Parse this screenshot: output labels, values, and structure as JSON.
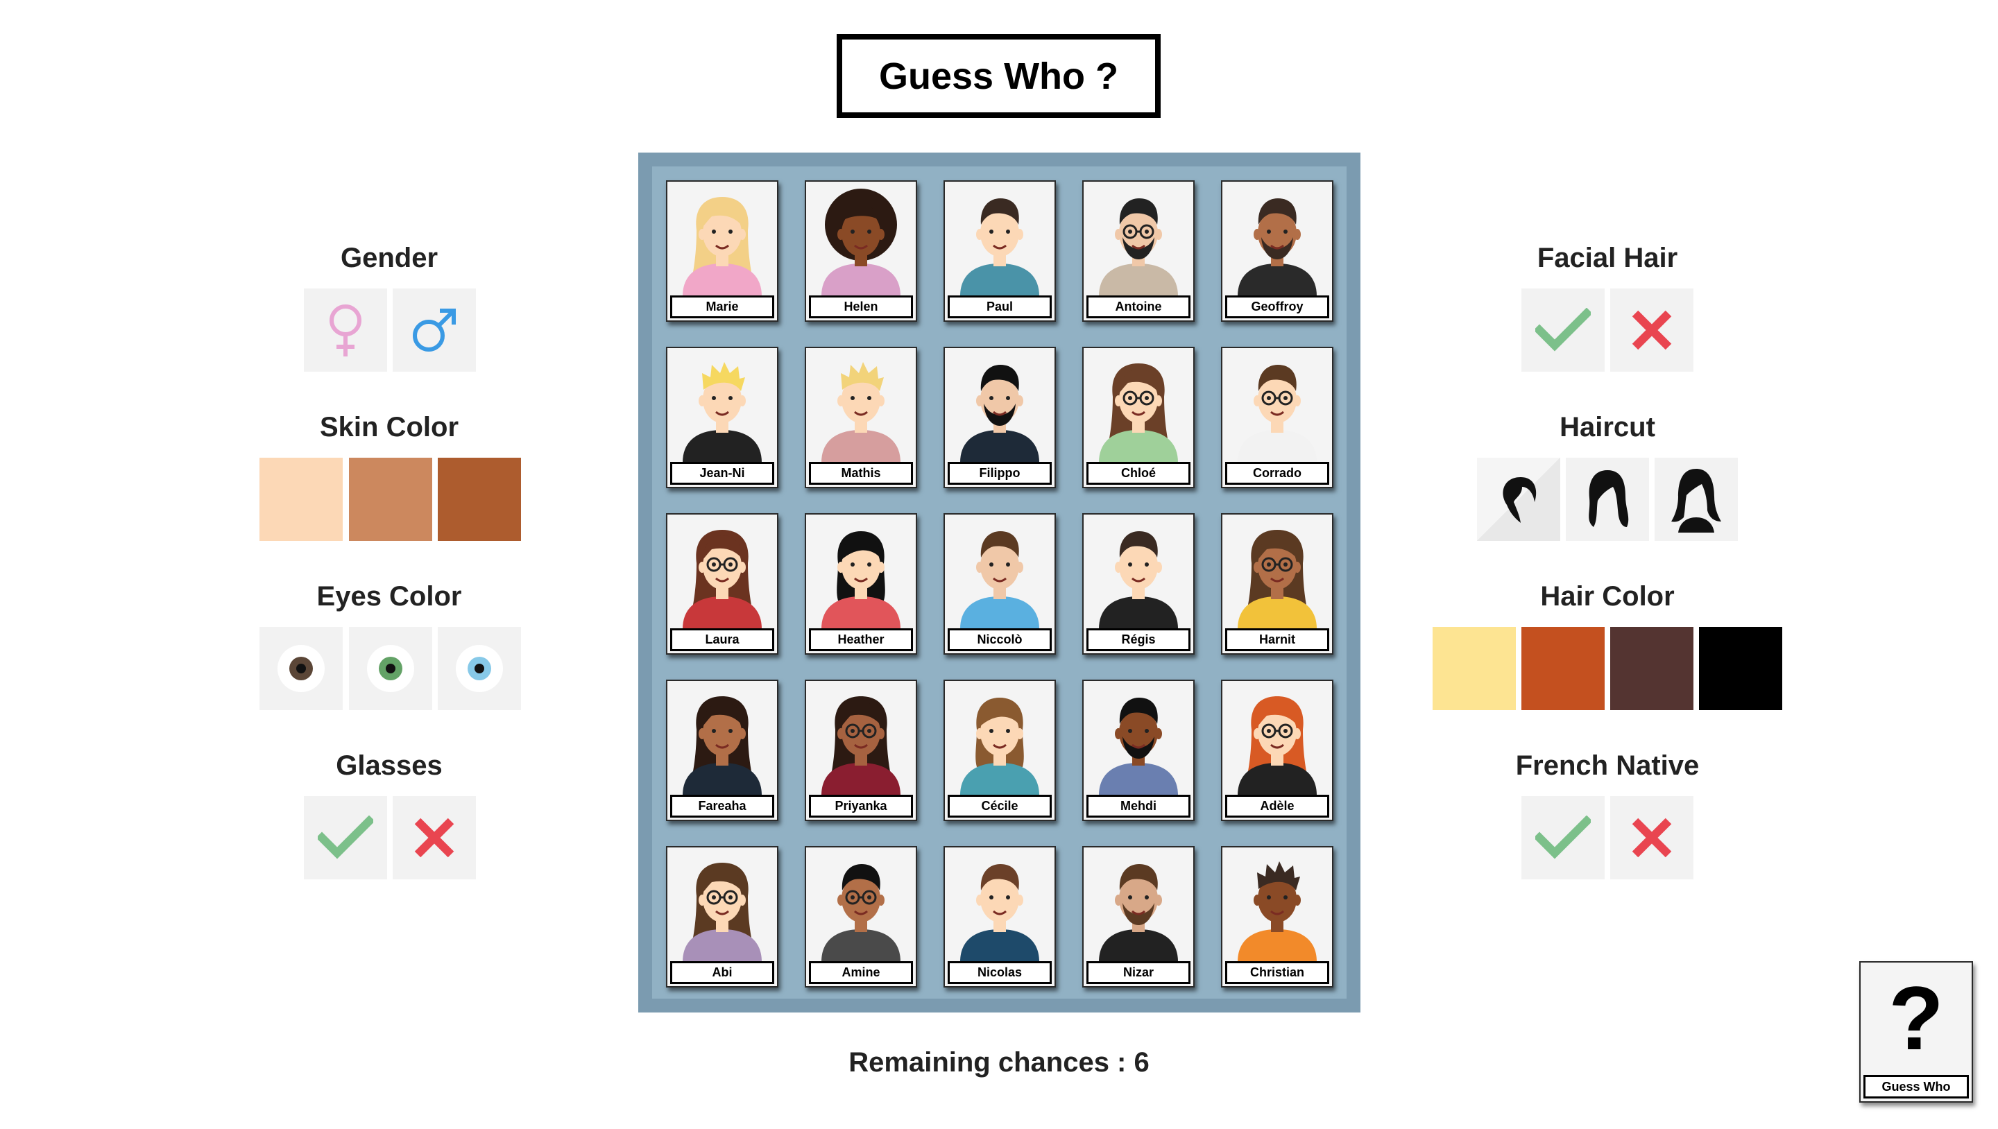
{
  "title": "Guess Who ?",
  "colors": {
    "skin": [
      "#fcd8b6",
      "#cc885e",
      "#ad5c2e"
    ],
    "eyes": [
      "#5b4637",
      "#63a266",
      "#87c9e8"
    ],
    "hair": [
      "#fde492",
      "#c4501f",
      "#543431",
      "#000000"
    ],
    "check": "#7cc08a",
    "cross": "#e94550",
    "female": "#e8a5d3",
    "male": "#3a9ae4"
  },
  "left_filters": {
    "gender": {
      "label": "Gender",
      "options": [
        "female-icon",
        "male-icon"
      ]
    },
    "skin": {
      "label": "Skin Color"
    },
    "eyes": {
      "label": "Eyes Color"
    },
    "glasses": {
      "label": "Glasses",
      "options": [
        "check-icon",
        "cross-icon"
      ]
    }
  },
  "right_filters": {
    "facial_hair": {
      "label": "Facial Hair",
      "options": [
        "check-icon",
        "cross-icon"
      ]
    },
    "haircut": {
      "label": "Haircut",
      "options": [
        "short-hair-icon",
        "medium-hair-icon",
        "long-hair-icon"
      ]
    },
    "hair_color": {
      "label": "Hair Color"
    },
    "french": {
      "label": "French Native",
      "options": [
        "check-icon",
        "cross-icon"
      ]
    }
  },
  "characters": [
    {
      "name": "Marie",
      "skin": "#fcd8b6",
      "hair": "#f3d087",
      "shirt": "#f1a7c8",
      "glasses": false,
      "beard": false,
      "hairstyle": "long"
    },
    {
      "name": "Helen",
      "skin": "#8a4a26",
      "hair": "#2c1a12",
      "shirt": "#d9a0c8",
      "glasses": false,
      "beard": false,
      "hairstyle": "afro"
    },
    {
      "name": "Paul",
      "skin": "#fcd8b6",
      "hair": "#3a2a22",
      "shirt": "#4a93a8",
      "glasses": false,
      "beard": false,
      "hairstyle": "short"
    },
    {
      "name": "Antoine",
      "skin": "#f0c8a8",
      "hair": "#222222",
      "shirt": "#c9b9a6",
      "glasses": true,
      "beard": true,
      "hairstyle": "short"
    },
    {
      "name": "Geoffroy",
      "skin": "#b26f48",
      "hair": "#3a2a22",
      "shirt": "#2a2a2a",
      "glasses": false,
      "beard": true,
      "hairstyle": "short"
    },
    {
      "name": "Jean-Ni",
      "skin": "#fcd8b6",
      "hair": "#f6d860",
      "shirt": "#222222",
      "glasses": false,
      "beard": false,
      "hairstyle": "spiky"
    },
    {
      "name": "Mathis",
      "skin": "#fcd8b6",
      "hair": "#f2d37a",
      "shirt": "#d69e9e",
      "glasses": false,
      "beard": false,
      "hairstyle": "spiky"
    },
    {
      "name": "Filippo",
      "skin": "#f0c8a8",
      "hair": "#111111",
      "shirt": "#1e2a38",
      "glasses": false,
      "beard": true,
      "hairstyle": "short"
    },
    {
      "name": "Chloé",
      "skin": "#fcd8b6",
      "hair": "#6b4028",
      "shirt": "#9fd09a",
      "glasses": true,
      "beard": false,
      "hairstyle": "long"
    },
    {
      "name": "Corrado",
      "skin": "#fcd8b6",
      "hair": "#5b3a22",
      "shirt": "#f2f2f2",
      "glasses": true,
      "beard": false,
      "hairstyle": "short"
    },
    {
      "name": "Laura",
      "skin": "#fcd8b6",
      "hair": "#6b3320",
      "shirt": "#c8383a",
      "glasses": true,
      "beard": false,
      "hairstyle": "long"
    },
    {
      "name": "Heather",
      "skin": "#fcd8b6",
      "hair": "#111111",
      "shirt": "#e1555a",
      "glasses": false,
      "beard": false,
      "hairstyle": "medium"
    },
    {
      "name": "Niccolò",
      "skin": "#f0c8a8",
      "hair": "#5b3a22",
      "shirt": "#5ab0e0",
      "glasses": false,
      "beard": false,
      "hairstyle": "short"
    },
    {
      "name": "Régis",
      "skin": "#fcd8b6",
      "hair": "#3a2a22",
      "shirt": "#222222",
      "glasses": false,
      "beard": false,
      "hairstyle": "short"
    },
    {
      "name": "Harnit",
      "skin": "#b26f48",
      "hair": "#5b3a22",
      "shirt": "#f2c23a",
      "glasses": true,
      "beard": false,
      "hairstyle": "long"
    },
    {
      "name": "Fareaha",
      "skin": "#b26f48",
      "hair": "#2c1a12",
      "shirt": "#1e2a38",
      "glasses": false,
      "beard": false,
      "hairstyle": "long"
    },
    {
      "name": "Priyanka",
      "skin": "#a66240",
      "hair": "#2c1a12",
      "shirt": "#8a1e30",
      "glasses": true,
      "beard": false,
      "hairstyle": "long"
    },
    {
      "name": "Cécile",
      "skin": "#fcd8b6",
      "hair": "#8a5a30",
      "shirt": "#4aa0b0",
      "glasses": false,
      "beard": false,
      "hairstyle": "medium"
    },
    {
      "name": "Mehdi",
      "skin": "#8a4a26",
      "hair": "#111111",
      "shirt": "#6a7fb0",
      "glasses": false,
      "beard": true,
      "hairstyle": "short"
    },
    {
      "name": "Adèle",
      "skin": "#fcd8b6",
      "hair": "#d85a24",
      "shirt": "#222222",
      "glasses": true,
      "beard": false,
      "hairstyle": "long"
    },
    {
      "name": "Abi",
      "skin": "#fcd8b6",
      "hair": "#5b3a22",
      "shirt": "#a890b8",
      "glasses": true,
      "beard": false,
      "hairstyle": "long"
    },
    {
      "name": "Amine",
      "skin": "#b26f48",
      "hair": "#111111",
      "shirt": "#4a4a4a",
      "glasses": true,
      "beard": false,
      "hairstyle": "short"
    },
    {
      "name": "Nicolas",
      "skin": "#fcd8b6",
      "hair": "#6b4028",
      "shirt": "#1e4a6a",
      "glasses": false,
      "beard": false,
      "hairstyle": "short"
    },
    {
      "name": "Nizar",
      "skin": "#d8a888",
      "hair": "#5b3a22",
      "shirt": "#222222",
      "glasses": false,
      "beard": true,
      "hairstyle": "short"
    },
    {
      "name": "Christian",
      "skin": "#8a4a26",
      "hair": "#3a2a22",
      "shirt": "#f28a2a",
      "glasses": false,
      "beard": false,
      "hairstyle": "spiky"
    }
  ],
  "remaining": "Remaining chances : 6",
  "guess_button": {
    "symbol": "?",
    "label": "Guess Who"
  }
}
